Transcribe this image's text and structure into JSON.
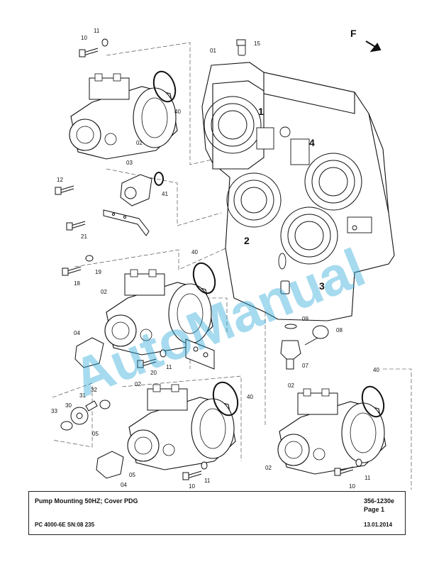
{
  "title_block": {
    "title": "Pump Mounting 50HZ; Cover PDG",
    "doc_number": "356-1230e",
    "page": "Page 1",
    "model_sn": "PC 4000-6E SN:08 235",
    "date": "13.01.2014"
  },
  "watermark": "AutoManual",
  "direction_mark": "F",
  "gearbox_position_labels": [
    "1",
    "2",
    "3",
    "4"
  ],
  "part_labels": {
    "p01": "01",
    "p02a": "02",
    "p02b": "02",
    "p02c": "02",
    "p02d": "02",
    "p02e": "02",
    "p03": "03",
    "p04a": "04",
    "p04b": "04",
    "p05a": "05",
    "p05b": "05",
    "p07": "07",
    "p08": "08",
    "p09": "09",
    "p10a": "10",
    "p10b": "10",
    "p10c": "10",
    "p11a": "11",
    "p11b": "11",
    "p11c": "11",
    "p11d": "11",
    "p12": "12",
    "p15": "15",
    "p18": "18",
    "p19": "19",
    "p20": "20",
    "p21": "21",
    "p30": "30",
    "p31": "31",
    "p32": "32",
    "p33": "33",
    "p40a": "40",
    "p40b": "40",
    "p40c": "40",
    "p40d": "40",
    "p41": "41"
  }
}
